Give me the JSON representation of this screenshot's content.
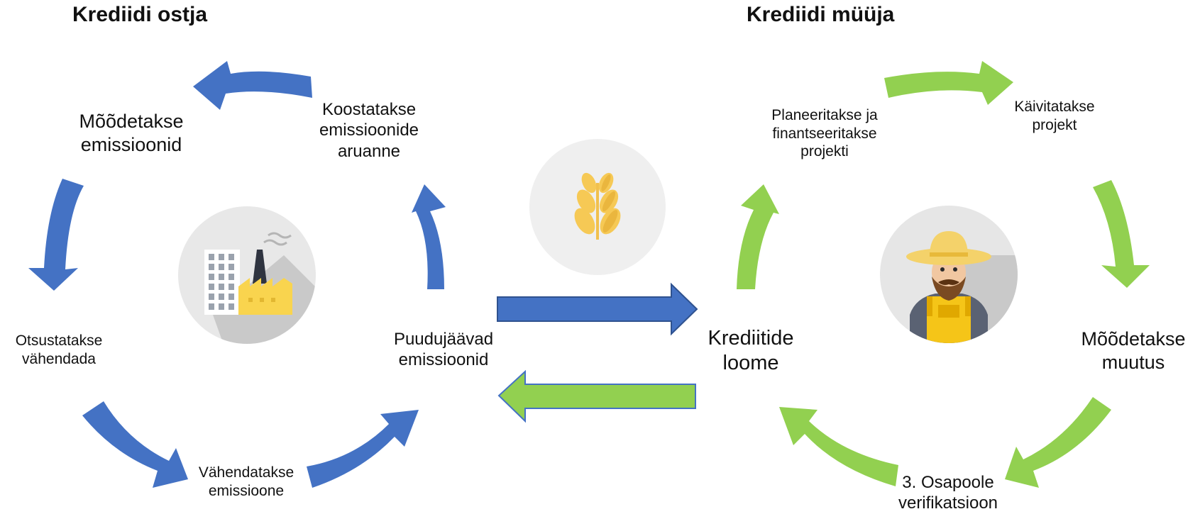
{
  "buyer": {
    "title": "Krediidi ostja",
    "steps": {
      "measure": "Mõõdetakse\nemissioonid",
      "report": "Koostatakse\nemissioonide\naruanne",
      "decide": "Otsustatakse\nvähendada",
      "reduce": "Vähendatakse\nemissioone",
      "missing": "Puudujäävad\nemissioonid"
    },
    "color": "#4472c4",
    "icon": "factory-icon"
  },
  "seller": {
    "title": "Krediidi müüja",
    "steps": {
      "plan": "Planeeritakse ja\nfinantseeritakse\nprojekti",
      "launch": "Käivitatakse\nprojekt",
      "measure": "Mõõdetakse\nmuutus",
      "verify": "3. Osapoole\nverifikatsioon",
      "create": "Krediitide\nloome"
    },
    "color": "#92d050",
    "icon": "farmer-icon"
  },
  "center_icon": "wheat-icon"
}
